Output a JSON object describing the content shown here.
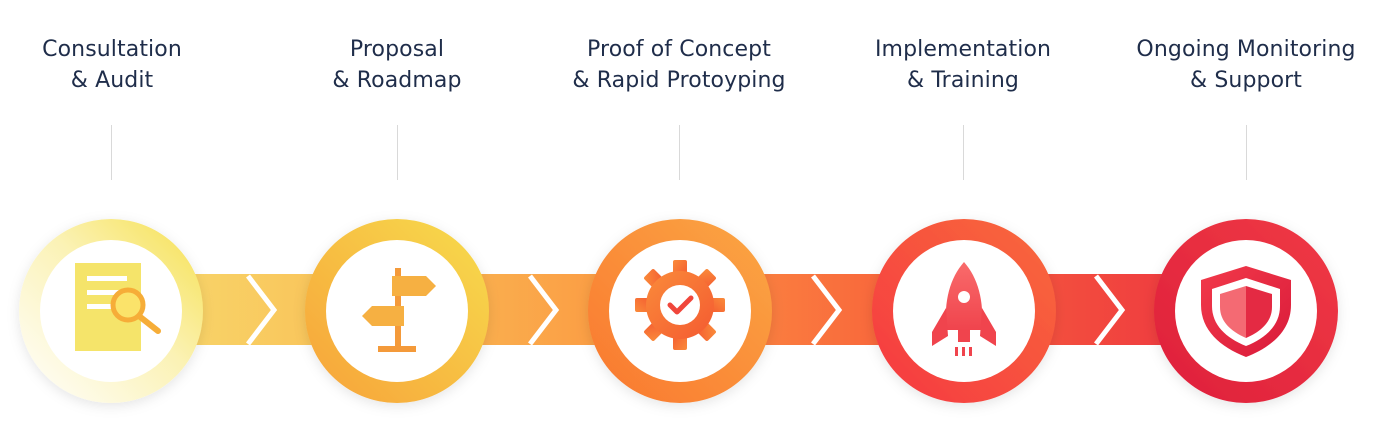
{
  "steps": [
    {
      "line1": "Consultation",
      "line2": "& Audit",
      "icon": "document-search-icon"
    },
    {
      "line1": "Proposal",
      "line2": "& Roadmap",
      "icon": "signpost-icon"
    },
    {
      "line1": "Proof of Concept",
      "line2": "& Rapid Protoyping",
      "icon": "gear-check-icon"
    },
    {
      "line1": "Implementation",
      "line2": "& Training",
      "icon": "rocket-icon"
    },
    {
      "line1": "Ongoing Monitoring",
      "line2": "& Support",
      "icon": "shield-icon"
    }
  ],
  "colors": {
    "text": "#1f2d4a",
    "connector": "#d9d9d9",
    "step1": "#f6e35a",
    "step2": "#f7b73a",
    "step3": "#f98a32",
    "step4": "#f6463f",
    "step5": "#e5223c"
  }
}
